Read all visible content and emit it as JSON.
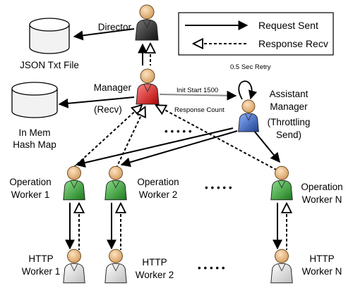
{
  "legend": {
    "request": "Request Sent",
    "response": "Response Recv"
  },
  "stores": {
    "json_file": "JSON Txt File",
    "hash_map_line1": "In Mem",
    "hash_map_line2": "Hash Map"
  },
  "director": {
    "label": "Director",
    "color": "#2a2a2a"
  },
  "manager": {
    "label": "Manager",
    "sublabel": "(Recv)",
    "color": "#e02020"
  },
  "assistant": {
    "line1": "Assistant",
    "line2": "Manager",
    "line3": "(Throttling",
    "line4": "Send)",
    "retry": "0.5 Sec Retry",
    "color": "#2f5fb3"
  },
  "links": {
    "init": "Init Start 1500",
    "response_count": "Response Count"
  },
  "op_workers": {
    "w1_line1": "Operation",
    "w1_line2": "Worker 1",
    "w2_line1": "Operation",
    "w2_line2": "Worker 2",
    "wn_line1": "Operation",
    "wn_line2": "Worker N",
    "color": "#2fa02f"
  },
  "http_workers": {
    "w1_line1": "HTTP",
    "w1_line2": "Worker 1",
    "w2_line1": "HTTP",
    "w2_line2": "Worker 2",
    "wn_line1": "HTTP",
    "wn_line2": "Worker N",
    "color": "#e8e8e8"
  },
  "ellipsis": "• • • • •"
}
